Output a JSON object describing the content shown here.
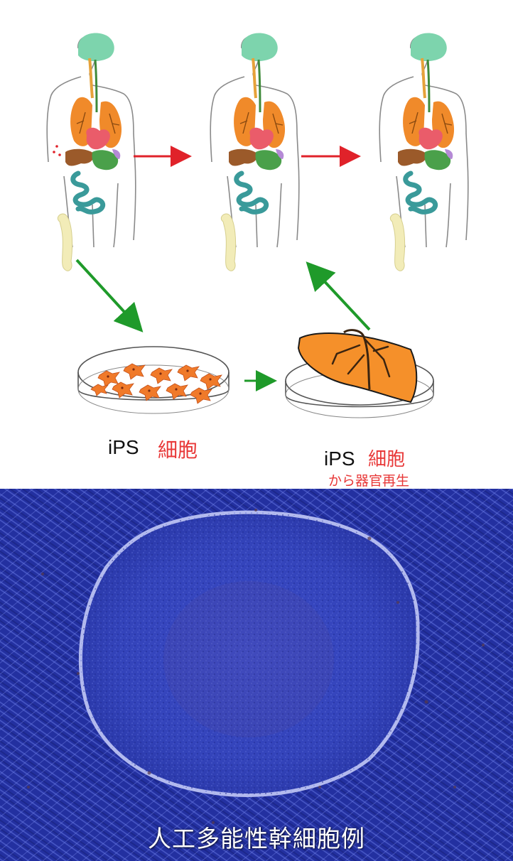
{
  "diagram": {
    "label_ips_1": "iPS",
    "label_cell_1": "細胞",
    "label_ips_2": "iPS",
    "label_cell_2": "細胞",
    "label_regen": "から器官再生",
    "icons": [
      "human-organ-figure",
      "red-arrow",
      "green-arrow",
      "petri-dish-cells",
      "petri-dish-organ"
    ]
  },
  "photo": {
    "caption": "人工多能性幹細胞例"
  },
  "colors": {
    "arrow_red": "#e0222a",
    "arrow_green": "#1f9a2a",
    "brain": "#7dd4ad",
    "lung": "#f08a2a",
    "heart": "#ea5c6a",
    "liver": "#9b5a2a",
    "stomach": "#4aa04a",
    "intestine": "#3a9a9a",
    "bone": "#f2ecb8",
    "label_red": "#e83838",
    "micro_bg": "#2a36a8"
  }
}
